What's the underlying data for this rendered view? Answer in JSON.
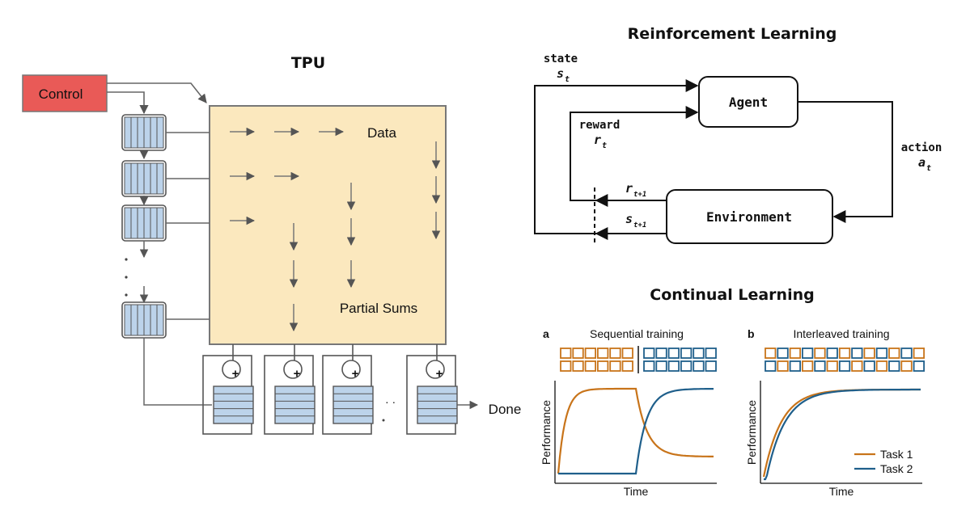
{
  "tpu": {
    "title": "TPU",
    "control_label": "Control",
    "data_label": "Data",
    "partial_sums_label": "Partial Sums",
    "done_label": "Done",
    "plus_symbol": "+",
    "ellipsis": "· ·"
  },
  "rl": {
    "title": "Reinforcement Learning",
    "agent_label": "Agent",
    "environment_label": "Environment",
    "state_label": "state",
    "state_symbol": "s",
    "state_sub": "t",
    "reward_label": "reward",
    "reward_symbol": "r",
    "reward_sub": "t",
    "action_label": "action",
    "action_symbol": "a",
    "action_sub": "t",
    "next_reward_symbol": "r",
    "next_reward_sub": "t+1",
    "next_state_symbol": "s",
    "next_state_sub": "t+1"
  },
  "cl": {
    "title": "Continual Learning",
    "panel_a_letter": "a",
    "panel_a_title": "Sequential training",
    "panel_b_letter": "b",
    "panel_b_title": "Interleaved training",
    "ylabel": "Performance",
    "xlabel": "Time",
    "legend_task1": "Task 1",
    "legend_task2": "Task 2",
    "colors": {
      "task1": "#c8741a",
      "task2": "#1f5f8b"
    }
  }
}
